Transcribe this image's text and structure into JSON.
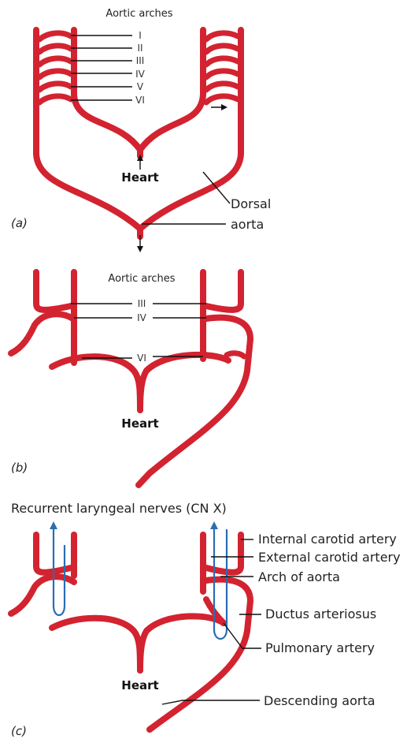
{
  "panel_a": {
    "label": "(a)",
    "title": "Aortic arches",
    "arches": [
      "I",
      "II",
      "III",
      "IV",
      "V",
      "VI"
    ],
    "heart": "Heart",
    "dorsal_aorta_line1": "Dorsal",
    "dorsal_aorta_line2": "aorta"
  },
  "panel_b": {
    "label": "(b)",
    "title": "Aortic arches",
    "arches": [
      "III",
      "IV",
      "VI"
    ],
    "heart": "Heart"
  },
  "panel_c": {
    "label": "(c)",
    "nerves_label": "Recurrent laryngeal nerves (CN X)",
    "heart": "Heart",
    "labels": {
      "internal_carotid": "Internal carotid artery",
      "external_carotid": "External carotid artery",
      "arch_of_aorta": "Arch of aorta",
      "ductus": "Ductus arteriosus",
      "pulmonary": "Pulmonary artery",
      "descending": "Descending aorta"
    }
  },
  "colors": {
    "artery": "#d32330",
    "nerve": "#2a6db3",
    "text": "#222222"
  }
}
